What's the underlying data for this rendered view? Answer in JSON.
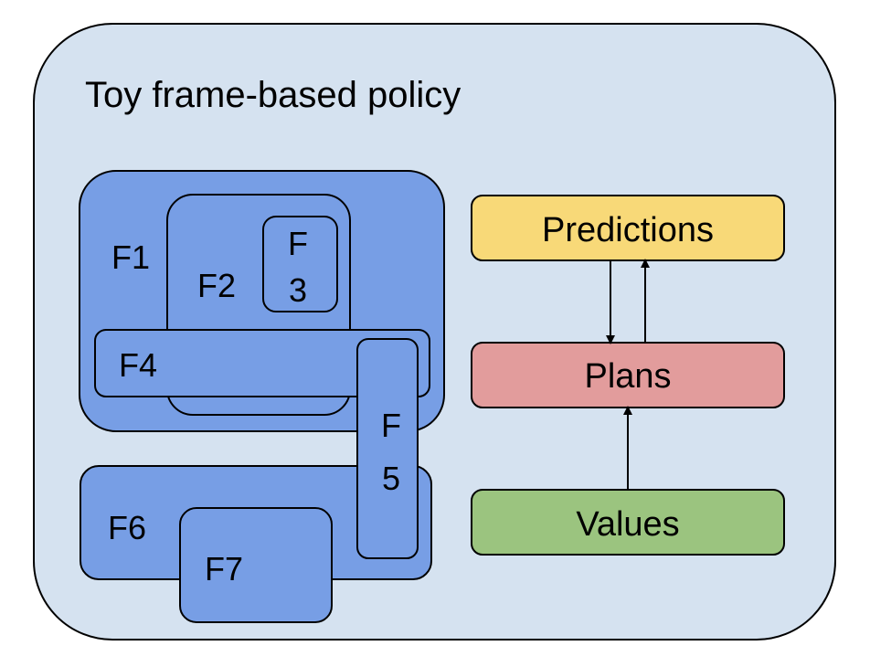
{
  "diagram": {
    "title": "Toy frame-based policy",
    "frames": {
      "f1": "F1",
      "f2": "F2",
      "f3_line1": "F",
      "f3_line2": "3",
      "f4": "F4",
      "f5_line1": "F",
      "f5_line2": "5",
      "f6": "F6",
      "f7": "F7"
    },
    "components": {
      "predictions": "Predictions",
      "plans": "Plans",
      "values": "Values"
    }
  },
  "colors": {
    "outer_fill": "#d5e2f0",
    "frame_fill": "#779ee5",
    "predictions_fill": "#f8d978",
    "plans_fill": "#e29c9c",
    "values_fill": "#9bc47f",
    "stroke": "#000000"
  }
}
